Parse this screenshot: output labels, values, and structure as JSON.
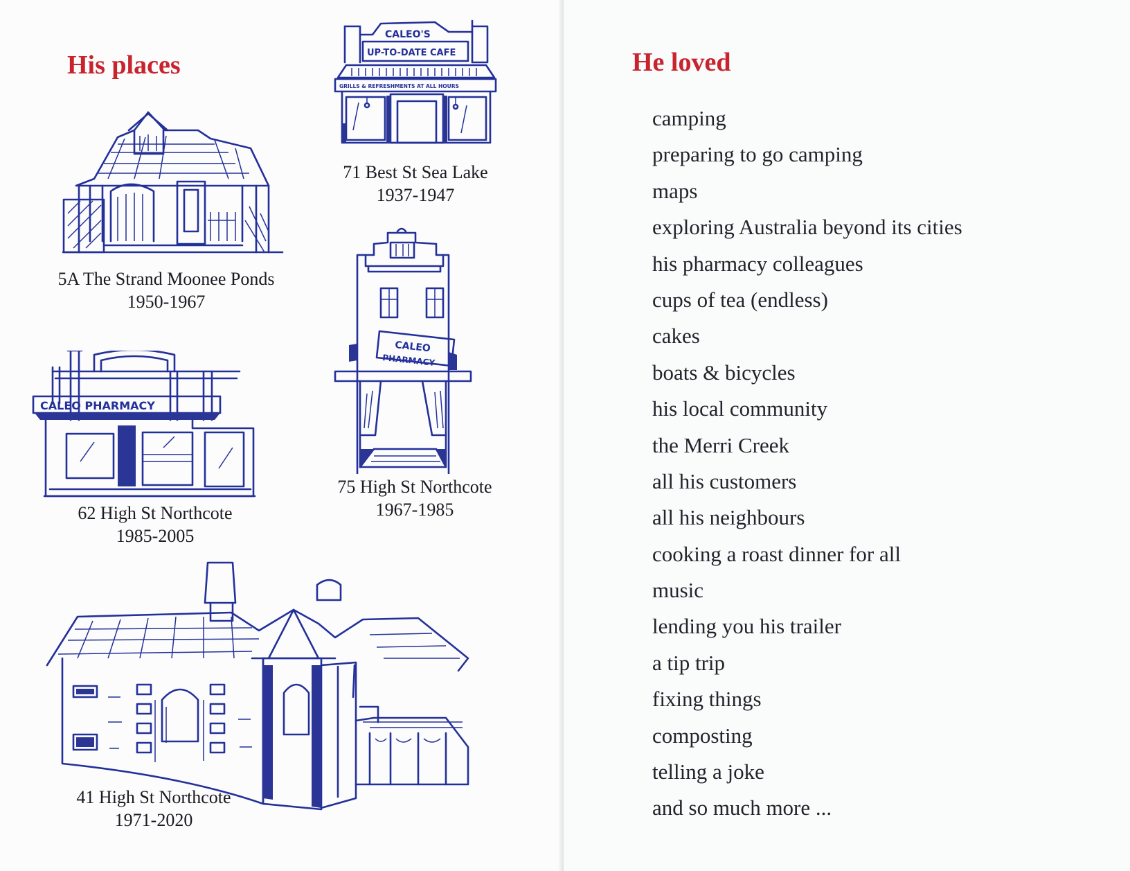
{
  "left_page": {
    "heading": "His places",
    "places": [
      {
        "address": "71 Best St Sea Lake",
        "years": "1937-1947",
        "sign_lines": [
          "CALEO'S",
          "UP-TO-DATE CAFE",
          "GRILLS & REFRESHMENTS AT ALL HOURS"
        ]
      },
      {
        "address": "5A The Strand Moonee Ponds",
        "years": "1950-1967"
      },
      {
        "address": "75 High St Northcote",
        "years": "1967-1985",
        "sign_lines": [
          "CALEO",
          "PHARMACY"
        ]
      },
      {
        "address": "62 High St Northcote",
        "years": "1985-2005",
        "sign_lines": [
          "CALEO PHARMACY"
        ]
      },
      {
        "address": "41 High St Northcote",
        "years": "1971-2020"
      }
    ]
  },
  "right_page": {
    "heading": "He loved",
    "items": [
      "camping",
      "preparing to go camping",
      "maps",
      "exploring Australia beyond its cities",
      "his pharmacy colleagues",
      "cups of tea (endless)",
      "cakes",
      "boats & bicycles",
      "his local community",
      "the Merri Creek",
      "all his customers",
      "all his neighbours",
      "cooking a roast dinner for all",
      "music",
      "lending you his trailer",
      "a tip trip",
      "fixing things",
      "composting",
      "telling a joke",
      "and so much more ..."
    ]
  },
  "colors": {
    "heading": "#c8232e",
    "ink": "#24309a",
    "text": "#23232b"
  }
}
